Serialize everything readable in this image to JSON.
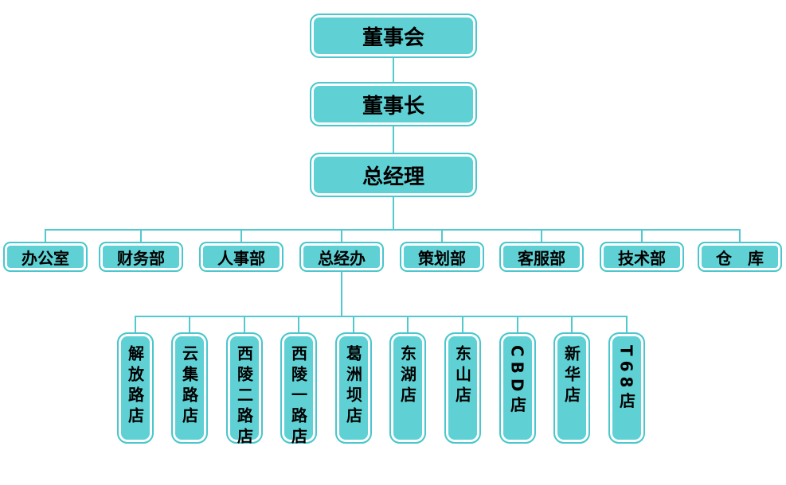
{
  "palette": {
    "box_fill": "#5FD1D5",
    "box_outline": "#4AC6CD",
    "inner_ring": "#FFFFFF",
    "connector_line": "#52C9CF",
    "text_color": "#000000",
    "background": "#FFFFFF"
  },
  "org": {
    "root": "董事会",
    "chairman": "董事长",
    "general_manager": "总经理",
    "departments": [
      "办公室",
      "财务部",
      "人事部",
      "总经办",
      "策划部",
      "客服部",
      "技术部",
      "仓　库"
    ],
    "stores_parent": "总经办",
    "stores": [
      "解放路店",
      "云集路店",
      "西陵二路店",
      "西陵一路店",
      "葛洲坝店",
      "东湖店",
      "东山店",
      "CBD店",
      "新华店",
      "T68店"
    ]
  }
}
